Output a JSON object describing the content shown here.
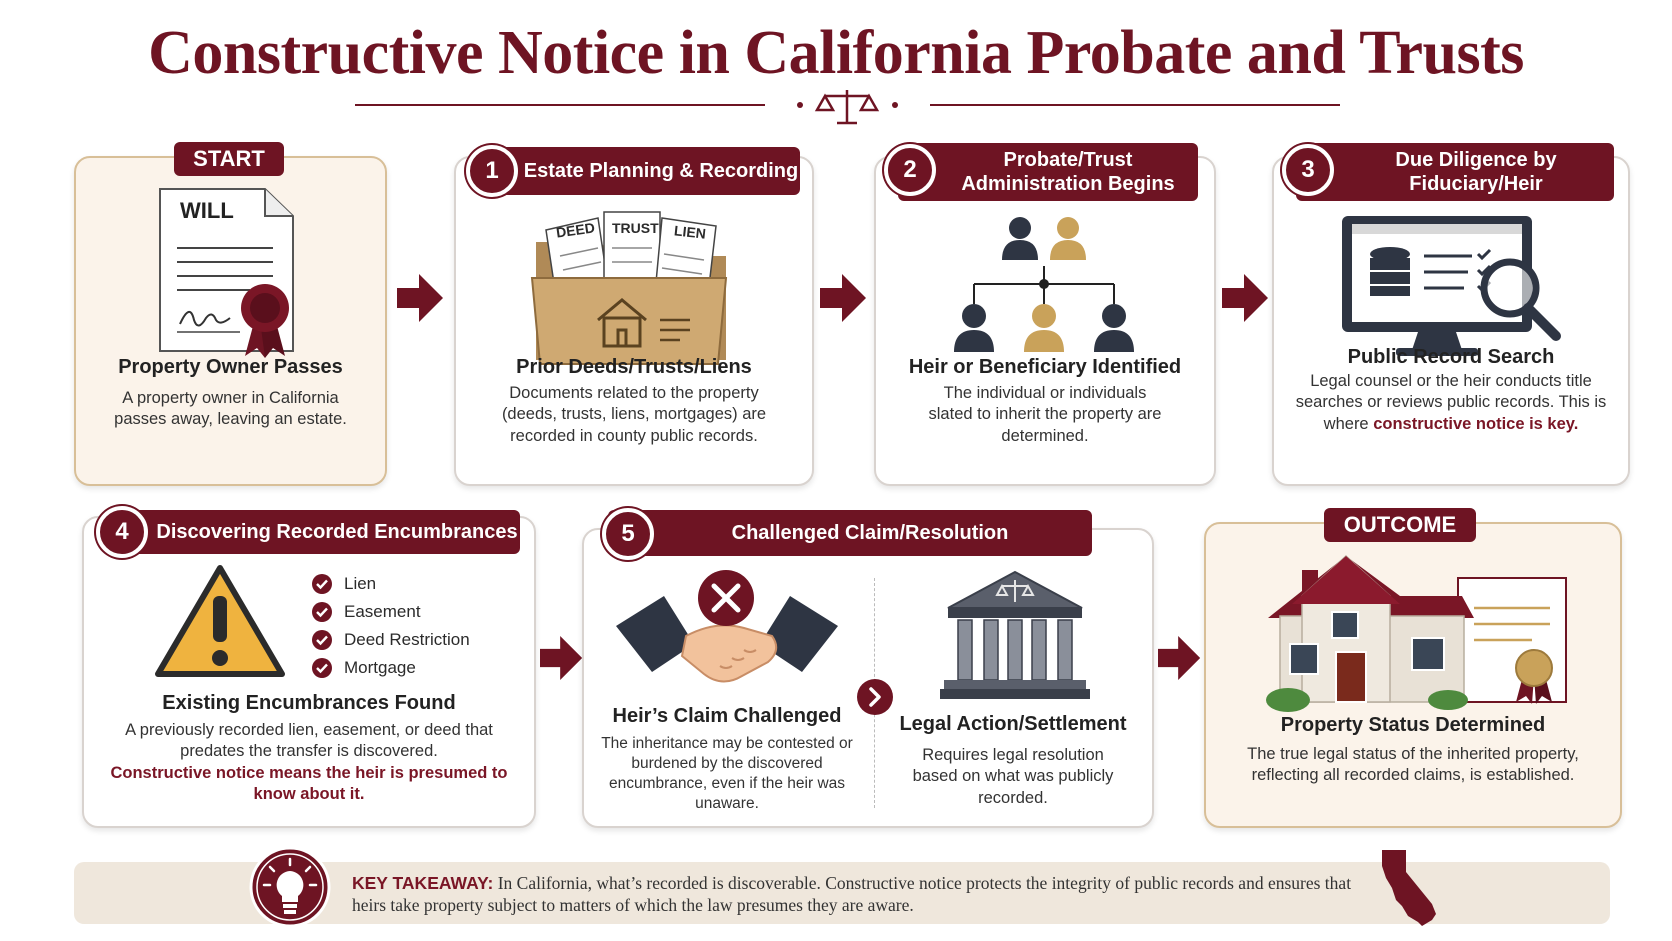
{
  "title": "Constructive Notice in California Probate and Trusts",
  "colors": {
    "primary": "#6e1423",
    "gold": "#c9a25a",
    "cream": "#fbf3ea",
    "navy": "#2e3543"
  },
  "start": {
    "tag": "START",
    "doc_label": "WILL",
    "title": "Property Owner Passes",
    "desc": "A property owner in California passes away, leaving an estate."
  },
  "step1": {
    "num": "1",
    "banner": "Estate Planning & Recording",
    "docs": [
      "DEED",
      "TRUST",
      "LIEN"
    ],
    "title": "Prior Deeds/Trusts/Liens",
    "desc": "Documents related to the property (deeds, trusts, liens, mortgages) are recorded in county public records."
  },
  "step2": {
    "num": "2",
    "banner": "Probate/Trust Administration Begins",
    "title": "Heir or Beneficiary Identified",
    "desc": "The individual or individuals slated to inherit the property are determined."
  },
  "step3": {
    "num": "3",
    "banner": "Due Diligence by Fiduciary/Heir",
    "title": "Public Record Search",
    "desc": "Legal counsel or the heir conducts title searches or reviews public records. This is where",
    "desc_em": "constructive notice is key."
  },
  "step4": {
    "num": "4",
    "banner": "Discovering Recorded Encumbrances",
    "checklist": [
      "Lien",
      "Easement",
      "Deed Restriction",
      "Mortgage"
    ],
    "title": "Existing Encumbrances Found",
    "desc": "A previously recorded lien, easement, or deed that predates the transfer is discovered.",
    "desc_em": "Constructive notice means the heir is presumed to know about it."
  },
  "step5": {
    "num": "5",
    "banner": "Challenged Claim/Resolution",
    "left_title": "Heir’s Claim Challenged",
    "left_desc": "The inheritance may be contested or burdened by the discovered encumbrance, even if the heir was unaware.",
    "right_title": "Legal Action/Settlement",
    "right_desc": "Requires legal resolution based on what was publicly recorded."
  },
  "outcome": {
    "tag": "OUTCOME",
    "title": "Property Status Determined",
    "desc": "The true legal status of the inherited property, reflecting all recorded claims, is established."
  },
  "takeaway": {
    "label": "KEY TAKEAWAY:",
    "text": "In California, what’s recorded is discoverable. Constructive notice protects the integrity of public records and ensures that heirs take property subject to matters of which the law presumes they are aware."
  }
}
